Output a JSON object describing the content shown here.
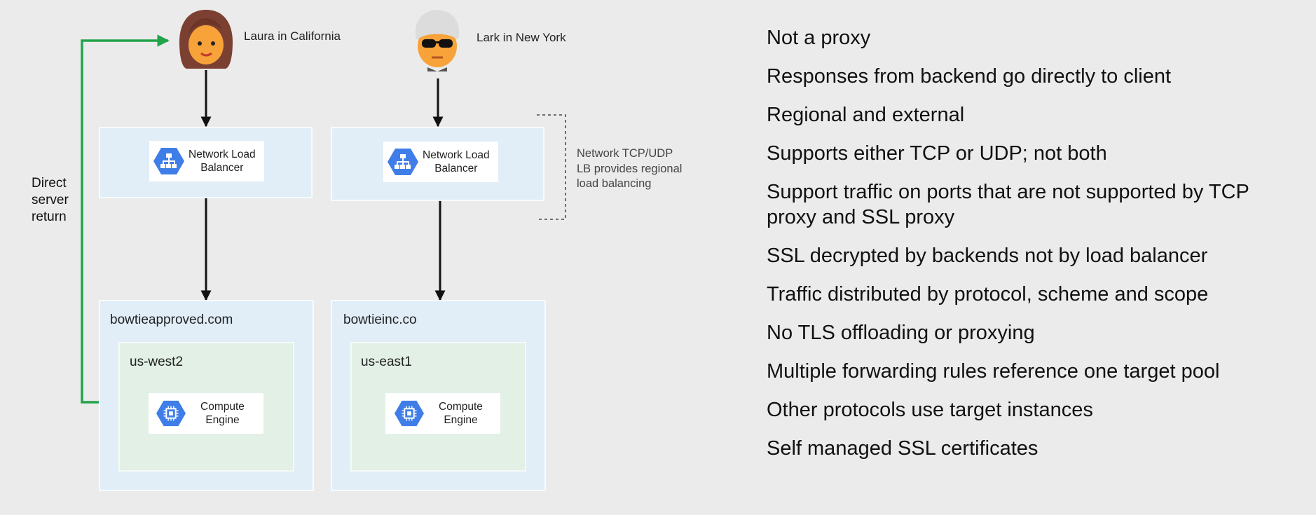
{
  "users": [
    {
      "name": "Laura in California",
      "avatar": "woman-avatar"
    },
    {
      "name": "Lark in New York",
      "avatar": "man-sunglasses-avatar"
    }
  ],
  "load_balancers": [
    {
      "label_line1": "Network Load",
      "label_line2": "Balancer",
      "icon": "network-load-balancer-icon"
    },
    {
      "label_line1": "Network Load",
      "label_line2": "Balancer",
      "icon": "network-load-balancer-icon"
    }
  ],
  "sites": [
    {
      "domain": "bowtieapproved.com",
      "region": "us-west2",
      "service_line1": "Compute",
      "service_line2": "Engine",
      "icon": "compute-engine-icon"
    },
    {
      "domain": "bowtieinc.co",
      "region": "us-east1",
      "service_line1": "Compute",
      "service_line2": "Engine",
      "icon": "compute-engine-icon"
    }
  ],
  "return_path": {
    "line1": "Direct",
    "line2": "server",
    "line3": "return",
    "color": "#23a34a"
  },
  "regional_note": {
    "line1": "Network TCP/UDP",
    "line2": "LB provides regional",
    "line3": "load balancing"
  },
  "bullets": [
    "Not a proxy",
    "Responses from backend go directly to client",
    "Regional and external",
    "Supports either TCP or UDP; not both",
    "Support traffic on ports that are not supported by TCP proxy and SSL proxy",
    "SSL decrypted by backends not by load balancer",
    "Traffic distributed by protocol, scheme and scope",
    "No TLS offloading or proxying",
    "Multiple forwarding rules reference one target pool",
    "Other protocols use target instances",
    "Self managed SSL certificates"
  ],
  "colors": {
    "gcp_blue": "#3f7ee8",
    "box_blue": "#e1eef8",
    "box_green": "#e2f0e6",
    "return_green": "#23a34a"
  }
}
